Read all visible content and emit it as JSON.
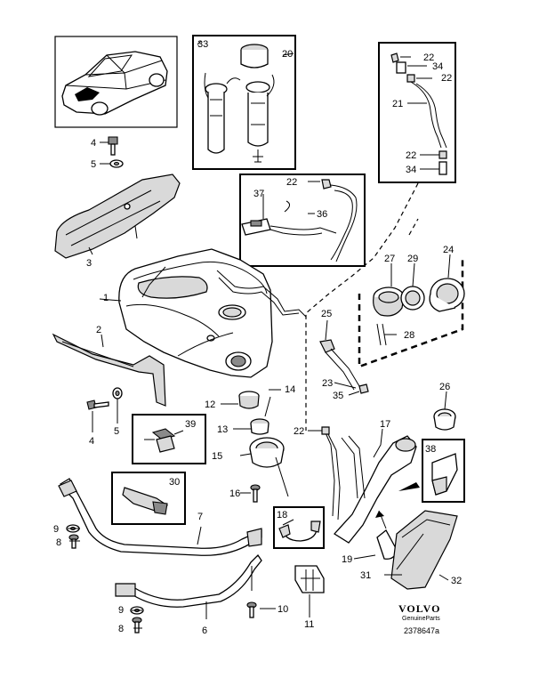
{
  "callouts": [
    {
      "id": "c1",
      "text": "1"
    },
    {
      "id": "c2",
      "text": "2"
    },
    {
      "id": "c3",
      "text": "3"
    },
    {
      "id": "c4a",
      "text": "4"
    },
    {
      "id": "c4b",
      "text": "4"
    },
    {
      "id": "c5a",
      "text": "5"
    },
    {
      "id": "c5b",
      "text": "5"
    },
    {
      "id": "c6",
      "text": "6"
    },
    {
      "id": "c7",
      "text": "7"
    },
    {
      "id": "c8a",
      "text": "8"
    },
    {
      "id": "c8b",
      "text": "8"
    },
    {
      "id": "c9a",
      "text": "9"
    },
    {
      "id": "c9b",
      "text": "9"
    },
    {
      "id": "c10",
      "text": "10"
    },
    {
      "id": "c11",
      "text": "11"
    },
    {
      "id": "c12",
      "text": "12"
    },
    {
      "id": "c13",
      "text": "13"
    },
    {
      "id": "c14",
      "text": "14"
    },
    {
      "id": "c15",
      "text": "15"
    },
    {
      "id": "c16",
      "text": "16"
    },
    {
      "id": "c17",
      "text": "17"
    },
    {
      "id": "c18",
      "text": "18"
    },
    {
      "id": "c19",
      "text": "19"
    },
    {
      "id": "c20",
      "text": "20"
    },
    {
      "id": "c21",
      "text": "21"
    },
    {
      "id": "c22a",
      "text": "22"
    },
    {
      "id": "c22b",
      "text": "22"
    },
    {
      "id": "c22c",
      "text": "22"
    },
    {
      "id": "c22d",
      "text": "22"
    },
    {
      "id": "c22e",
      "text": "22"
    },
    {
      "id": "c23",
      "text": "23"
    },
    {
      "id": "c24",
      "text": "24"
    },
    {
      "id": "c25",
      "text": "25"
    },
    {
      "id": "c26",
      "text": "26"
    },
    {
      "id": "c27",
      "text": "27"
    },
    {
      "id": "c28",
      "text": "28"
    },
    {
      "id": "c29",
      "text": "29"
    },
    {
      "id": "c30",
      "text": "30"
    },
    {
      "id": "c31",
      "text": "31"
    },
    {
      "id": "c32",
      "text": "32"
    },
    {
      "id": "c33",
      "text": "33"
    },
    {
      "id": "c34a",
      "text": "34"
    },
    {
      "id": "c34b",
      "text": "34"
    },
    {
      "id": "c35",
      "text": "35"
    },
    {
      "id": "c36",
      "text": "36"
    },
    {
      "id": "c37",
      "text": "37"
    },
    {
      "id": "c38",
      "text": "38"
    },
    {
      "id": "c39",
      "text": "39"
    }
  ],
  "brand": {
    "name": "VOLVO",
    "sub": "GenuineParts"
  },
  "reference": "2378647a"
}
